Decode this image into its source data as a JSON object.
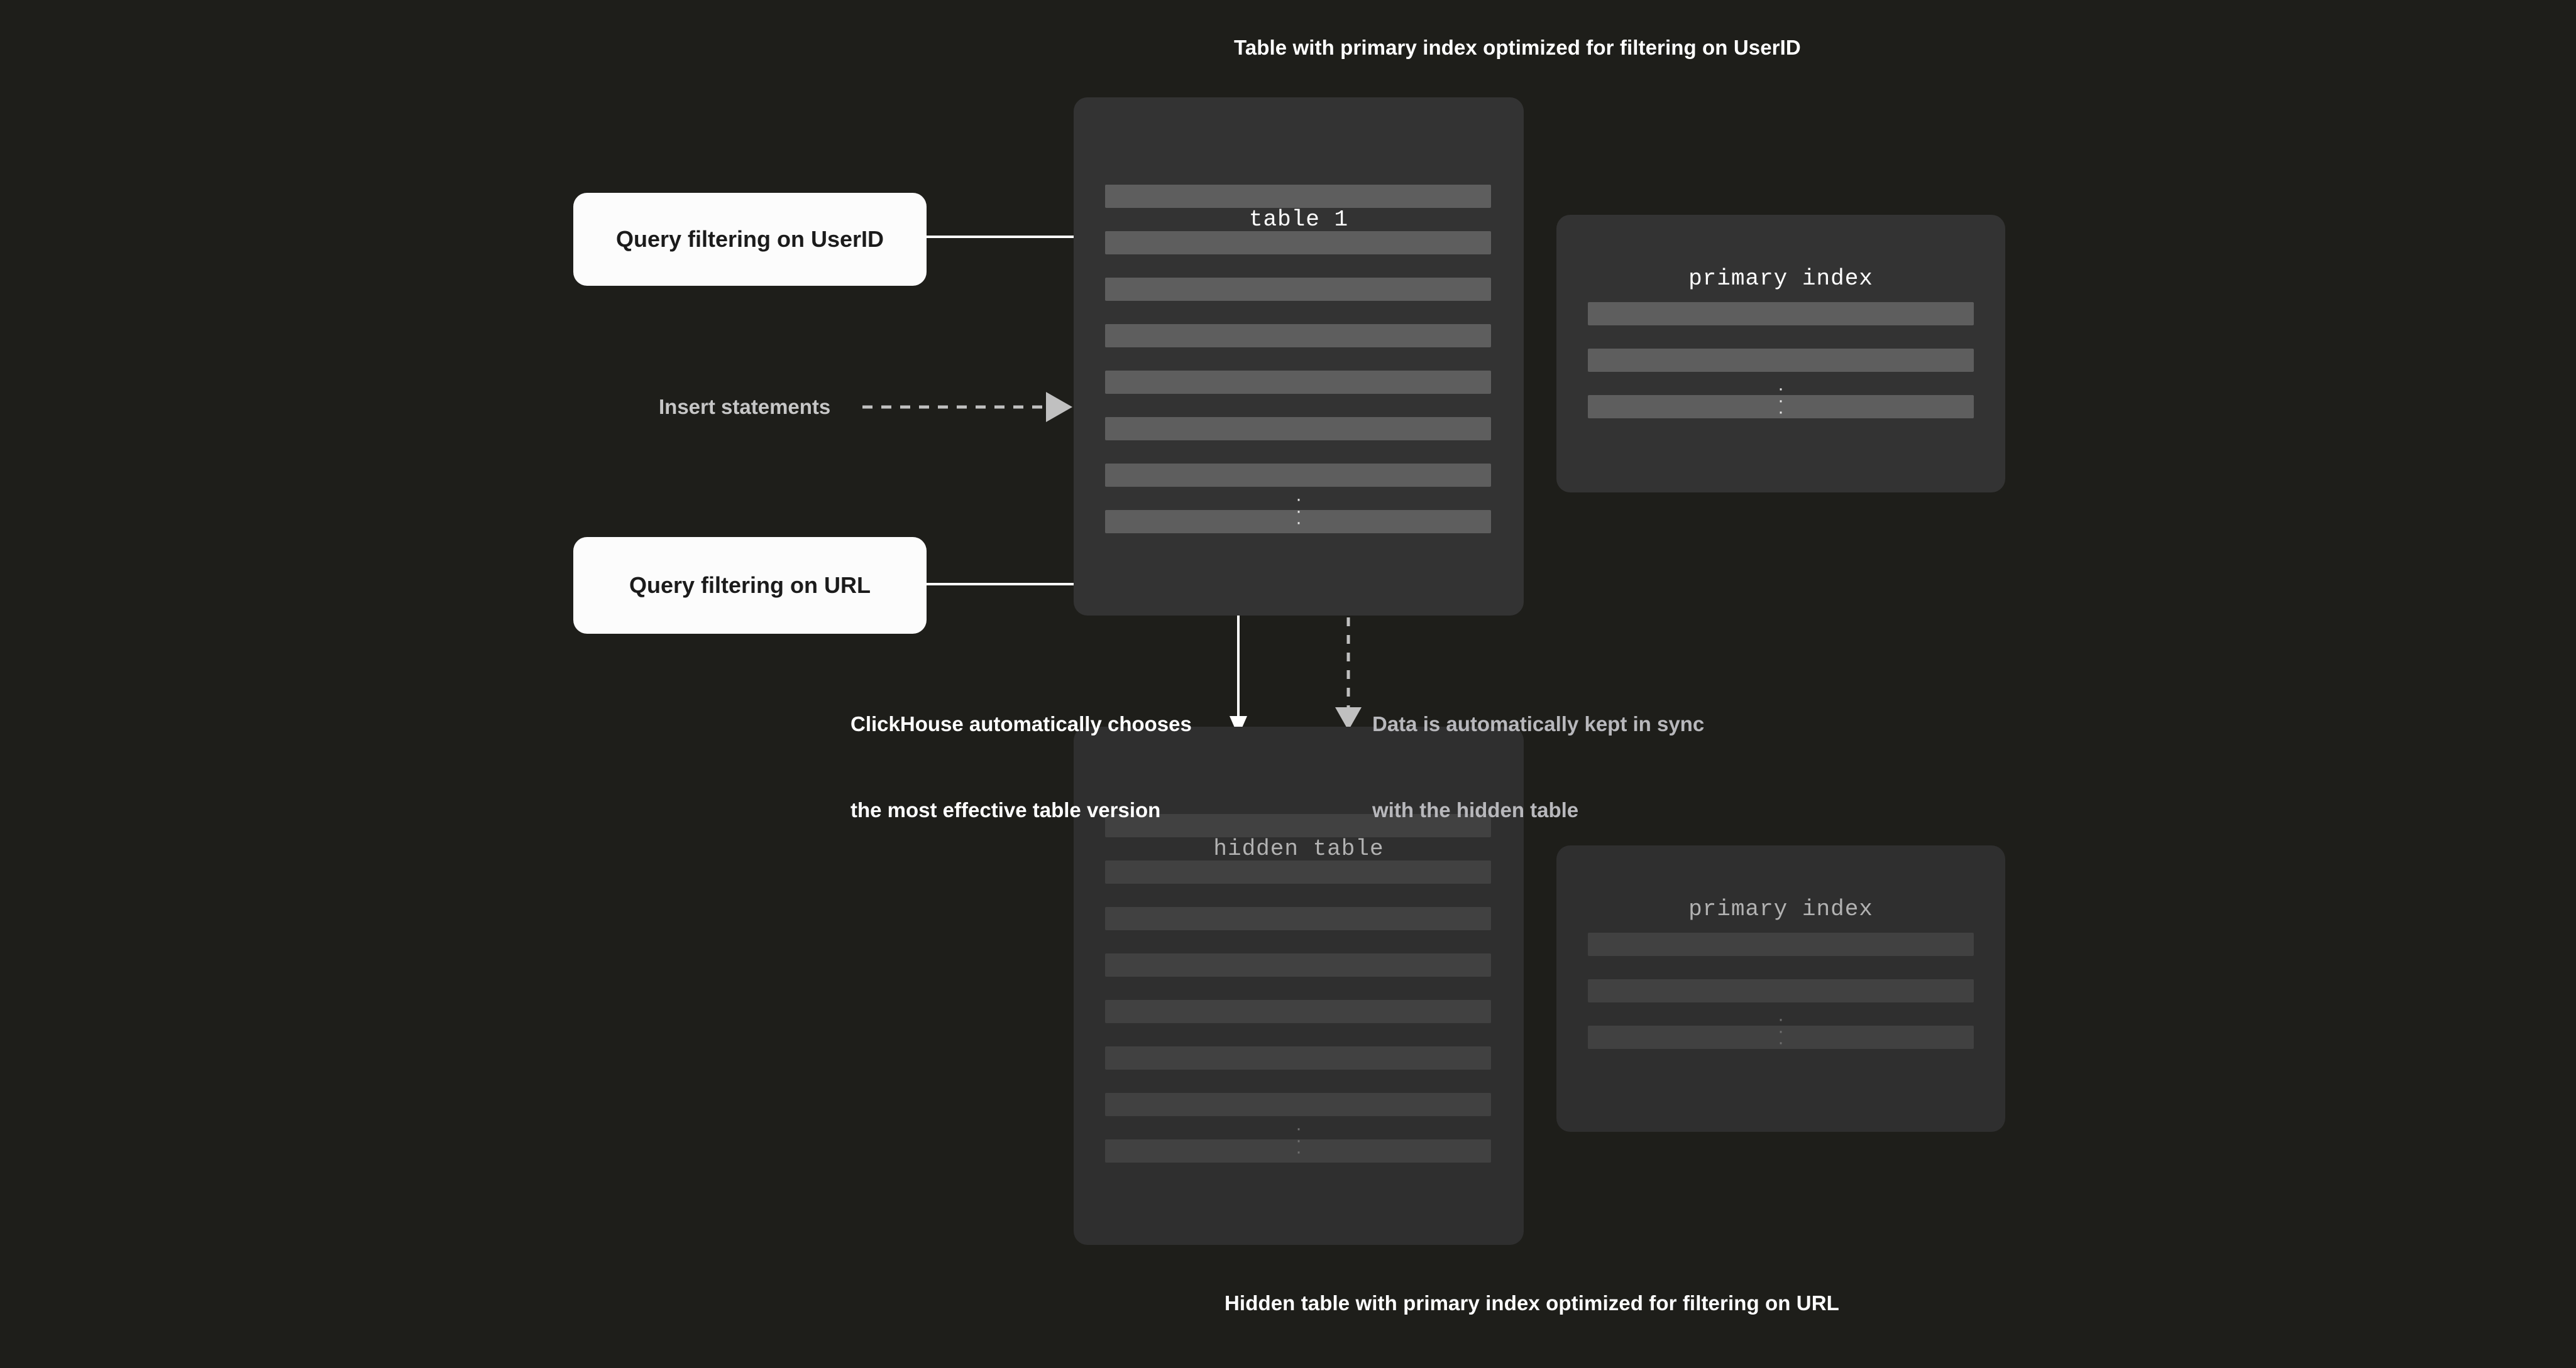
{
  "captions": {
    "top": "Table with primary index optimized for filtering on UserID",
    "bottom": "Hidden table with primary index optimized for filtering on URL"
  },
  "query_boxes": {
    "userid": "Query filtering on UserID",
    "url": "Query filtering on URL"
  },
  "labels": {
    "insert": "Insert statements",
    "choose_line1": "ClickHouse automatically chooses",
    "choose_line2": "the most effective table version",
    "sync_line1": "Data is automatically kept in sync",
    "sync_line2": "with the hidden table"
  },
  "cards": {
    "table_1": {
      "title": "table 1",
      "row_count": 8,
      "ellipsis": "⋮"
    },
    "primary_index_top": {
      "title": "primary index",
      "row_count": 3,
      "ellipsis": "⋮"
    },
    "hidden_table": {
      "title": "hidden table",
      "row_count": 8,
      "ellipsis": "⋮"
    },
    "primary_index_bottom": {
      "title": "primary index",
      "row_count": 3,
      "ellipsis": "⋮"
    }
  },
  "colors": {
    "page_background": "#1e1e1a",
    "card_active": "#333333",
    "card_dim": "#2f2f2f",
    "row_active": "#5e5e5e",
    "row_dim": "#414141",
    "query_box": "#fcfcfc",
    "text_white": "#ffffff",
    "text_dim": "#b2b2b2",
    "connector_solid": "#ffffff",
    "connector_dashed": "#c0c0c0"
  }
}
